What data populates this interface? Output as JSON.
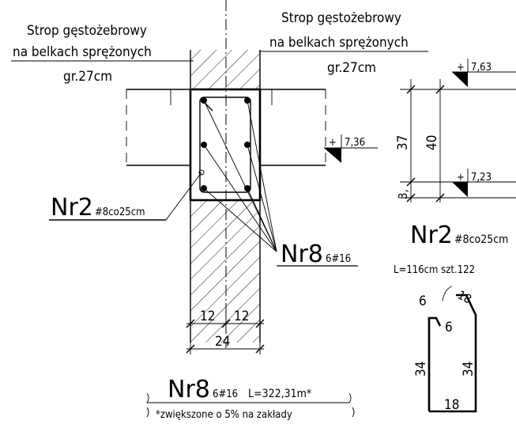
{
  "labels": {
    "slab_left_line1": "Strop gęstożebrowy",
    "slab_left_line2": "na belkach sprężonych",
    "slab_left_line3": "gr.27cm",
    "slab_right_line1": "Strop gęstożebrowy",
    "slab_right_line2": "na belkach sprężonych",
    "slab_right_line3": "gr.27cm"
  },
  "elevations": {
    "mark_section": "7,36",
    "mark_top": "7,63",
    "mark_bottom": "7,23",
    "plus": "+"
  },
  "bars": {
    "nr2_label": "Nr2",
    "nr2_spec": "#8co25cm",
    "nr8_label": "Nr8",
    "nr8_spec": "6#16"
  },
  "dimensions": {
    "width_left": "12",
    "width_right": "12",
    "width_total": "24",
    "height_37": "37",
    "height_40": "40",
    "height_3": "3,"
  },
  "summary": {
    "nr8_label": "Nr8",
    "nr8_spec": "6#16",
    "nr8_length": "L=322,31m*",
    "note": "*zwiększone o 5% na zakłady"
  },
  "stirrup_detail": {
    "label": "Nr2",
    "spec": "#8co25cm",
    "length": "L=116cm szt.122",
    "dim_hook_a": "6",
    "dim_hook_angle": "18",
    "dim_hook_b": "6",
    "dim_left": "34",
    "dim_right": "34",
    "dim_bottom": "18"
  }
}
